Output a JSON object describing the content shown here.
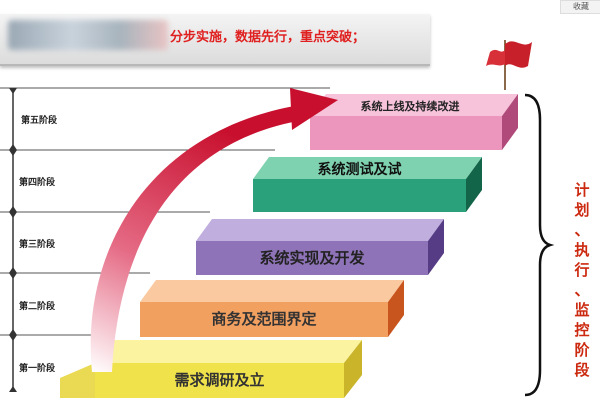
{
  "header": {
    "text": "分步实施，数据先行，重点突破；"
  },
  "top_right_badge": "收藏",
  "stages": [
    {
      "label": "第五阶段"
    },
    {
      "label": "第四阶段"
    },
    {
      "label": "第三阶段"
    },
    {
      "label": "第二阶段"
    },
    {
      "label": "第一阶段"
    }
  ],
  "steps": [
    {
      "label": "需求调研及立",
      "color": "#f0e24a"
    },
    {
      "label": "商务及范围界定",
      "color": "#f2a060"
    },
    {
      "label": "系统实现及开发",
      "color": "#8e73b8"
    },
    {
      "label": "系统测试及试",
      "color": "#2aa17a"
    },
    {
      "label": "系统上线及持续改进",
      "color": "#ec96bd"
    }
  ],
  "side_label": [
    "计",
    "划",
    "、",
    "执",
    "行",
    "、",
    "监",
    "控",
    "阶",
    "段"
  ],
  "colors": {
    "arrow": "#cc1030",
    "side_text": "#cc2a10",
    "header_text": "#e02020"
  },
  "icons": [
    "flag-icon",
    "curved-arrow-icon",
    "right-brace-icon"
  ]
}
